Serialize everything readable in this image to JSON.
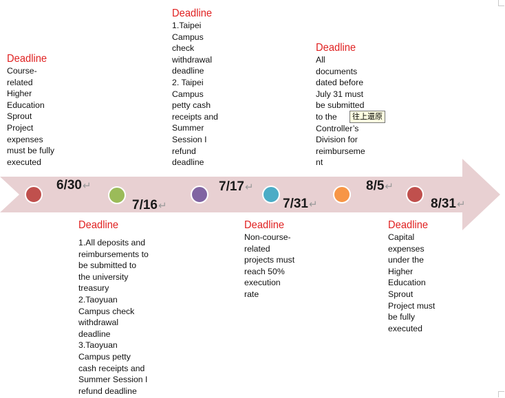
{
  "timeline": {
    "milestones": [
      {
        "date": "6/30",
        "color": "#c0504d"
      },
      {
        "date": "7/16",
        "color": "#9bbb59"
      },
      {
        "date": "7/17",
        "color": "#8064a2"
      },
      {
        "date": "7/31",
        "color": "#4bacc6"
      },
      {
        "date": "8/5",
        "color": "#f79646"
      },
      {
        "date": "8/31",
        "color": "#c0504d"
      }
    ],
    "arrow_color": "#e8d0d2"
  },
  "return_mark": "↵",
  "deadlines": [
    {
      "heading": "Deadline",
      "text": "Course-\nrelated\nHigher\nEducation\nSprout\nProject\nexpenses\nmust be fully\nexecuted"
    },
    {
      "heading": "Deadline",
      "text": "1.All deposits and\nreimbursements to\nbe submitted to\nthe university\ntreasury\n2.Taoyuan\nCampus check\nwithdrawal\ndeadline\n3.Taoyuan\nCampus petty\ncash receipts and\nSummer Session I\nrefund deadline"
    },
    {
      "heading": "Deadline",
      "text": "1.Taipei\nCampus\ncheck\nwithdrawal\ndeadline\n2. Taipei\nCampus\npetty cash\nreceipts and\nSummer\nSession I\nrefund\ndeadline"
    },
    {
      "heading": "Deadline",
      "text": "Non-course-\nrelated\nprojects must\nreach 50%\nexecution\nrate"
    },
    {
      "heading": "Deadline",
      "text": "All\ndocuments\ndated before\nJuly 31 must\nbe submitted\nto the\nController’s\nDivision for\nreimburseme\nnt"
    },
    {
      "heading": "Deadline",
      "text": "Capital\nexpenses\nunder the\nHigher\nEducation\nSprout\nProject must\nbe fully\nexecuted"
    }
  ],
  "tooltip": "往上還原"
}
